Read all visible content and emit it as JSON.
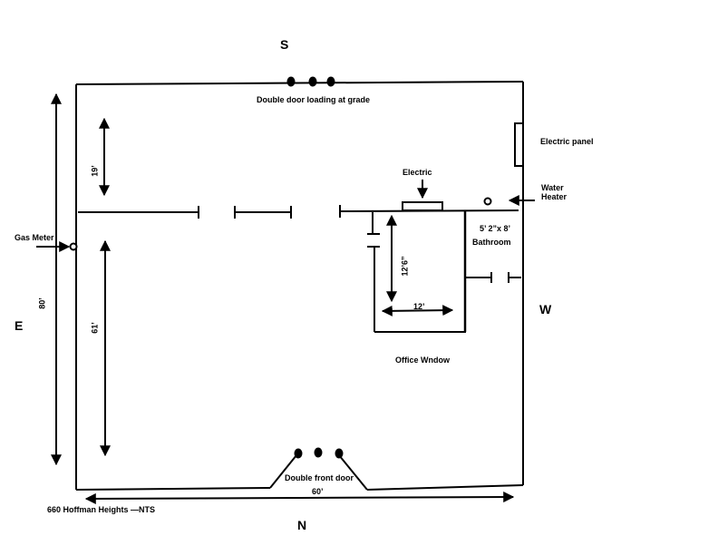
{
  "floor_plan": {
    "compass": {
      "south": "S",
      "north": "N",
      "east": "E",
      "west": "W"
    },
    "labels": {
      "loading_door": "Double door loading at grade",
      "electric_panel": "Electric panel",
      "electric": "Electric",
      "water_heater_line1": "Water",
      "water_heater_line2": "Heater",
      "gas_meter": "Gas Meter",
      "bathroom_size": "5’ 2”x 8’",
      "bathroom": "Bathroom",
      "office_window": "Office Wndow",
      "front_door": "Double front door",
      "address": "660 Hoffman Heights —NTS"
    },
    "dimensions": {
      "overall_height": "80’",
      "upper_section": "19’",
      "lower_section": "61’",
      "overall_width": "60’",
      "office_depth": "12’6”",
      "office_width": "12’"
    },
    "colors": {
      "line": "#000000",
      "background": "#ffffff"
    }
  }
}
